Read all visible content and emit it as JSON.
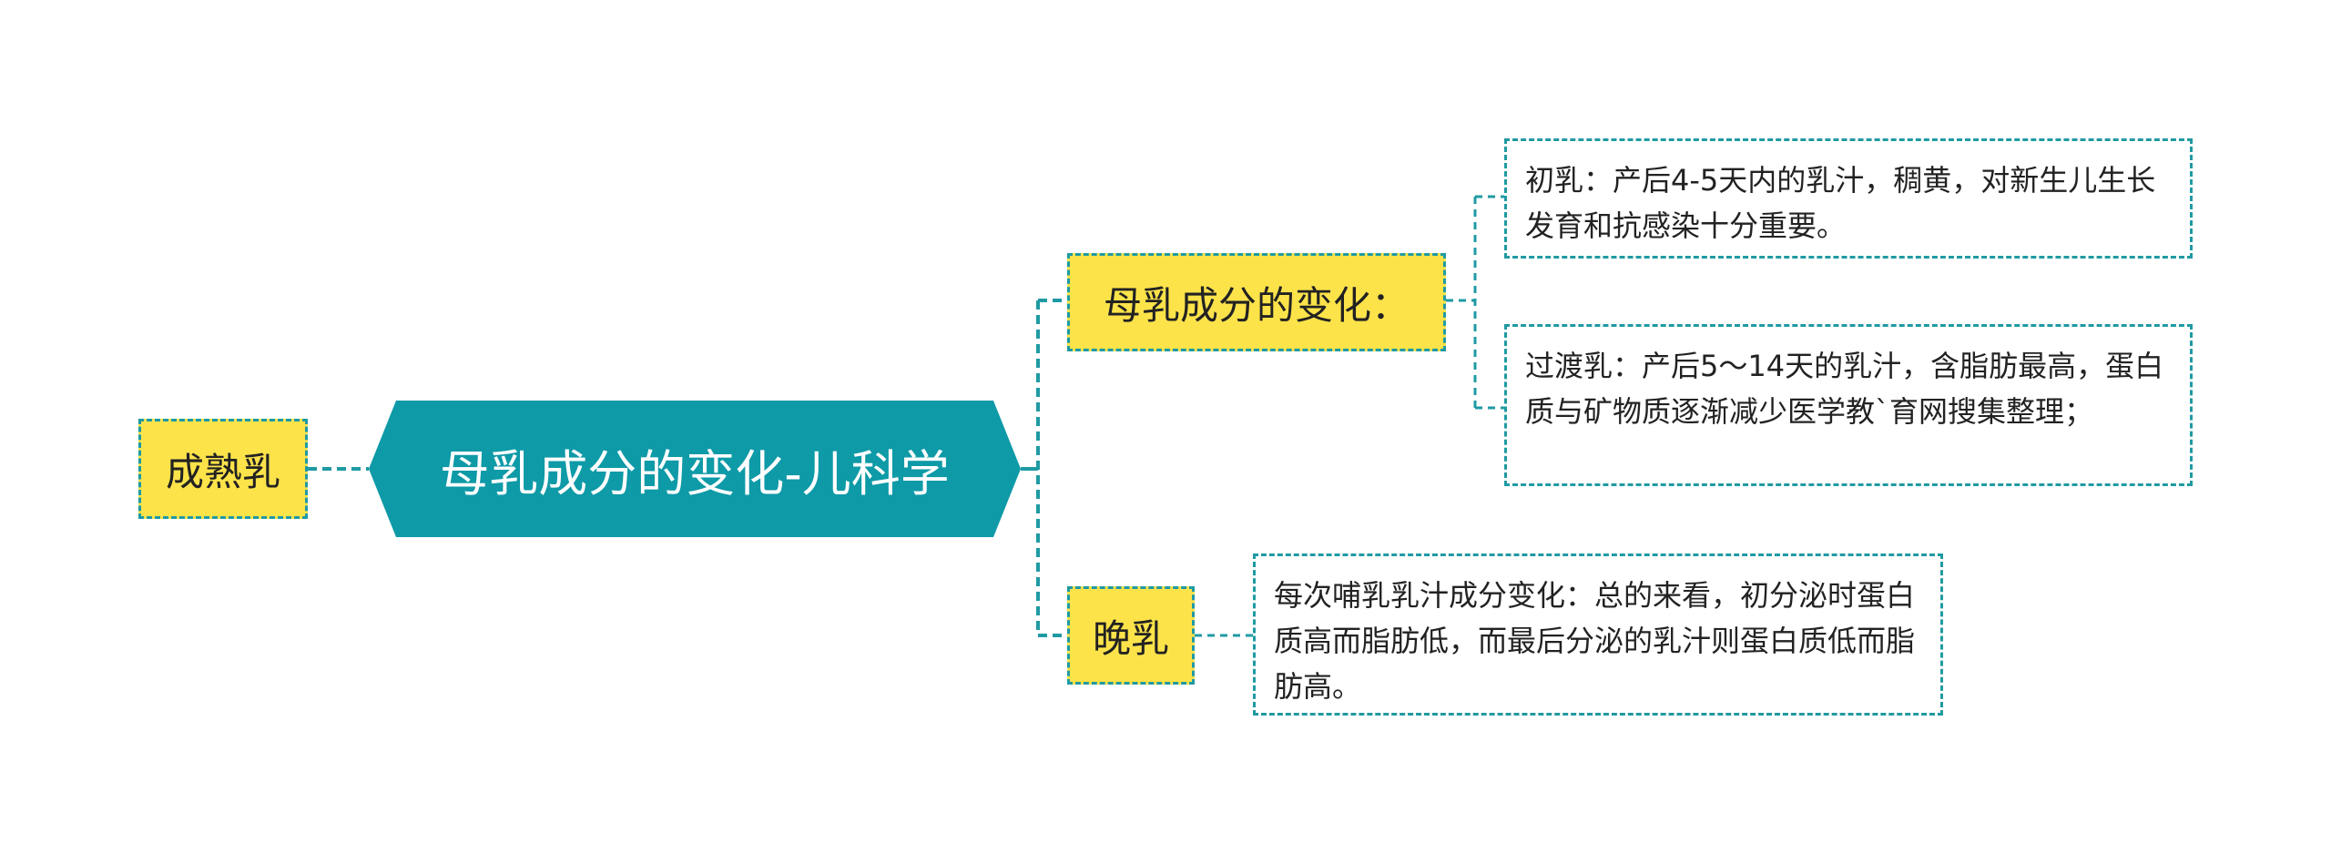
{
  "diagram": {
    "central_topic": "母乳成分的变化-儿科学",
    "left_branch": "成熟乳",
    "branches": [
      {
        "label": "母乳成分的变化：",
        "children": [
          "初乳：产后4-5天内的乳汁，稠黄，对新生儿生长发育和抗感染十分重要。",
          "过渡乳：产后5～14天的乳汁，含脂肪最高，蛋白质与矿物质逐渐减少医学教`育网搜集整理；"
        ]
      },
      {
        "label": "晚乳",
        "children": [
          "每次哺乳乳汁成分变化：总的来看，初分泌时蛋白质高而脂肪低，而最后分泌的乳汁则蛋白质低而脂肪高。"
        ]
      }
    ]
  },
  "colors": {
    "central_fill": "#0e9aa7",
    "subtopic_fill": "#fde34a",
    "border": "#1f9aa3",
    "text": "#222222"
  }
}
